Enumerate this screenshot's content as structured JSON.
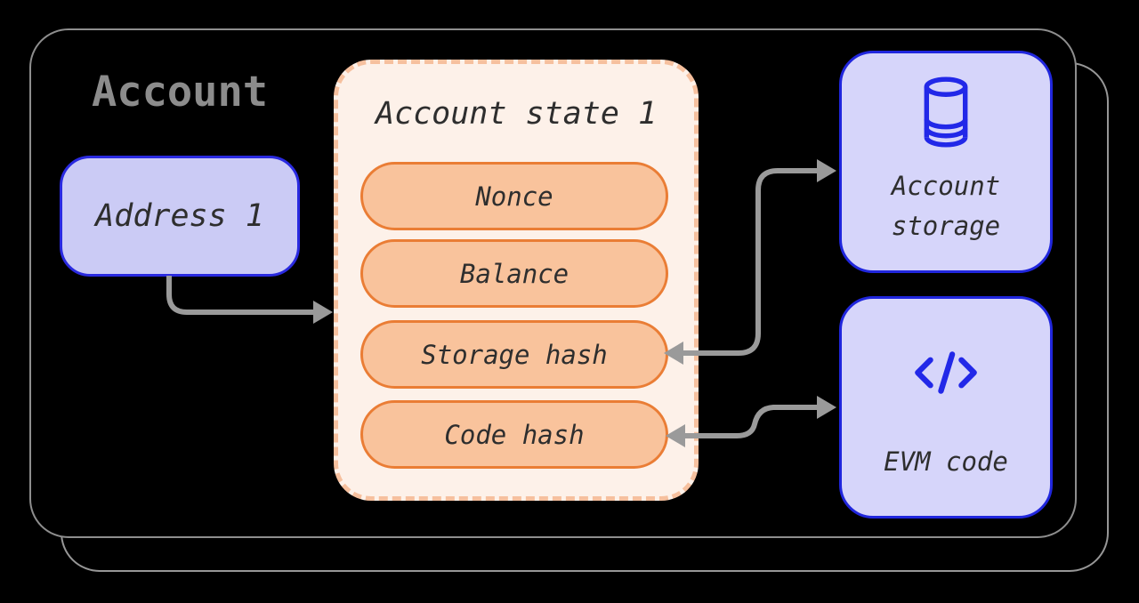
{
  "account": {
    "title": "Account",
    "address": {
      "label": "Address 1"
    },
    "state": {
      "title": "Account state 1",
      "fields": [
        "Nonce",
        "Balance",
        "Storage hash",
        "Code hash"
      ]
    },
    "storage": {
      "lines": [
        "Account",
        "storage"
      ],
      "icon": "database-icon"
    },
    "evm": {
      "label": "EVM code",
      "icon": "code-icon"
    }
  },
  "colors": {
    "background": "#000000",
    "card_outline": "#8e8e8e",
    "title_gray": "#8c8c8c",
    "lavender_fill": "#cecdf6",
    "blue_border": "#2226df",
    "icon_blue": "#2228e8",
    "state_fill": "#fdf1e9",
    "state_dash": "#f6c09e",
    "pill_fill": "#f9c39c",
    "pill_border": "#ea7d35",
    "arrow_gray": "#9a9a9a",
    "text_dark": "#2e2e2e"
  }
}
